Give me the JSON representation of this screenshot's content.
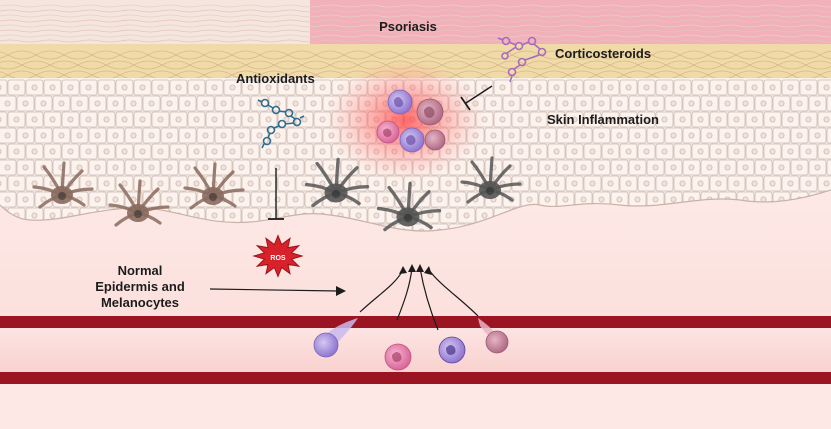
{
  "labels": {
    "psoriasis": "Psoriasis",
    "corticosteroids": "Corticosteroids",
    "antioxidants": "Antioxidants",
    "skin_inflammation": "Skin Inflammation",
    "ros": "ROS",
    "normal_line1": "Normal",
    "normal_line2": "Epidermis and",
    "normal_line3": "Melanocytes"
  },
  "colors": {
    "psoriasis_band": "#f2a9b4",
    "normal_band": "#f3e3da",
    "granular_layer": "#efd9a4",
    "cell_fill": "#fbf1ec",
    "cell_stroke": "#cfc0b8",
    "dermis": "#fbe1de",
    "vessel": "#9b1422",
    "ros": "#d8222b",
    "inflammation_glow": "#ff4444",
    "drug_corticosteroid": "#a86bc0",
    "drug_antioxidant": "#2f6d8e",
    "melanocyte_normal": "#8a6a5e",
    "melanocyte_affected": "#555555"
  },
  "icons": [
    "corticosteroid-molecule-icon",
    "antioxidant-molecule-icon",
    "ros-burst-icon",
    "immune-cell-icon",
    "melanocyte-icon",
    "inhibition-arrow-icon",
    "migration-arrow-icon"
  ]
}
